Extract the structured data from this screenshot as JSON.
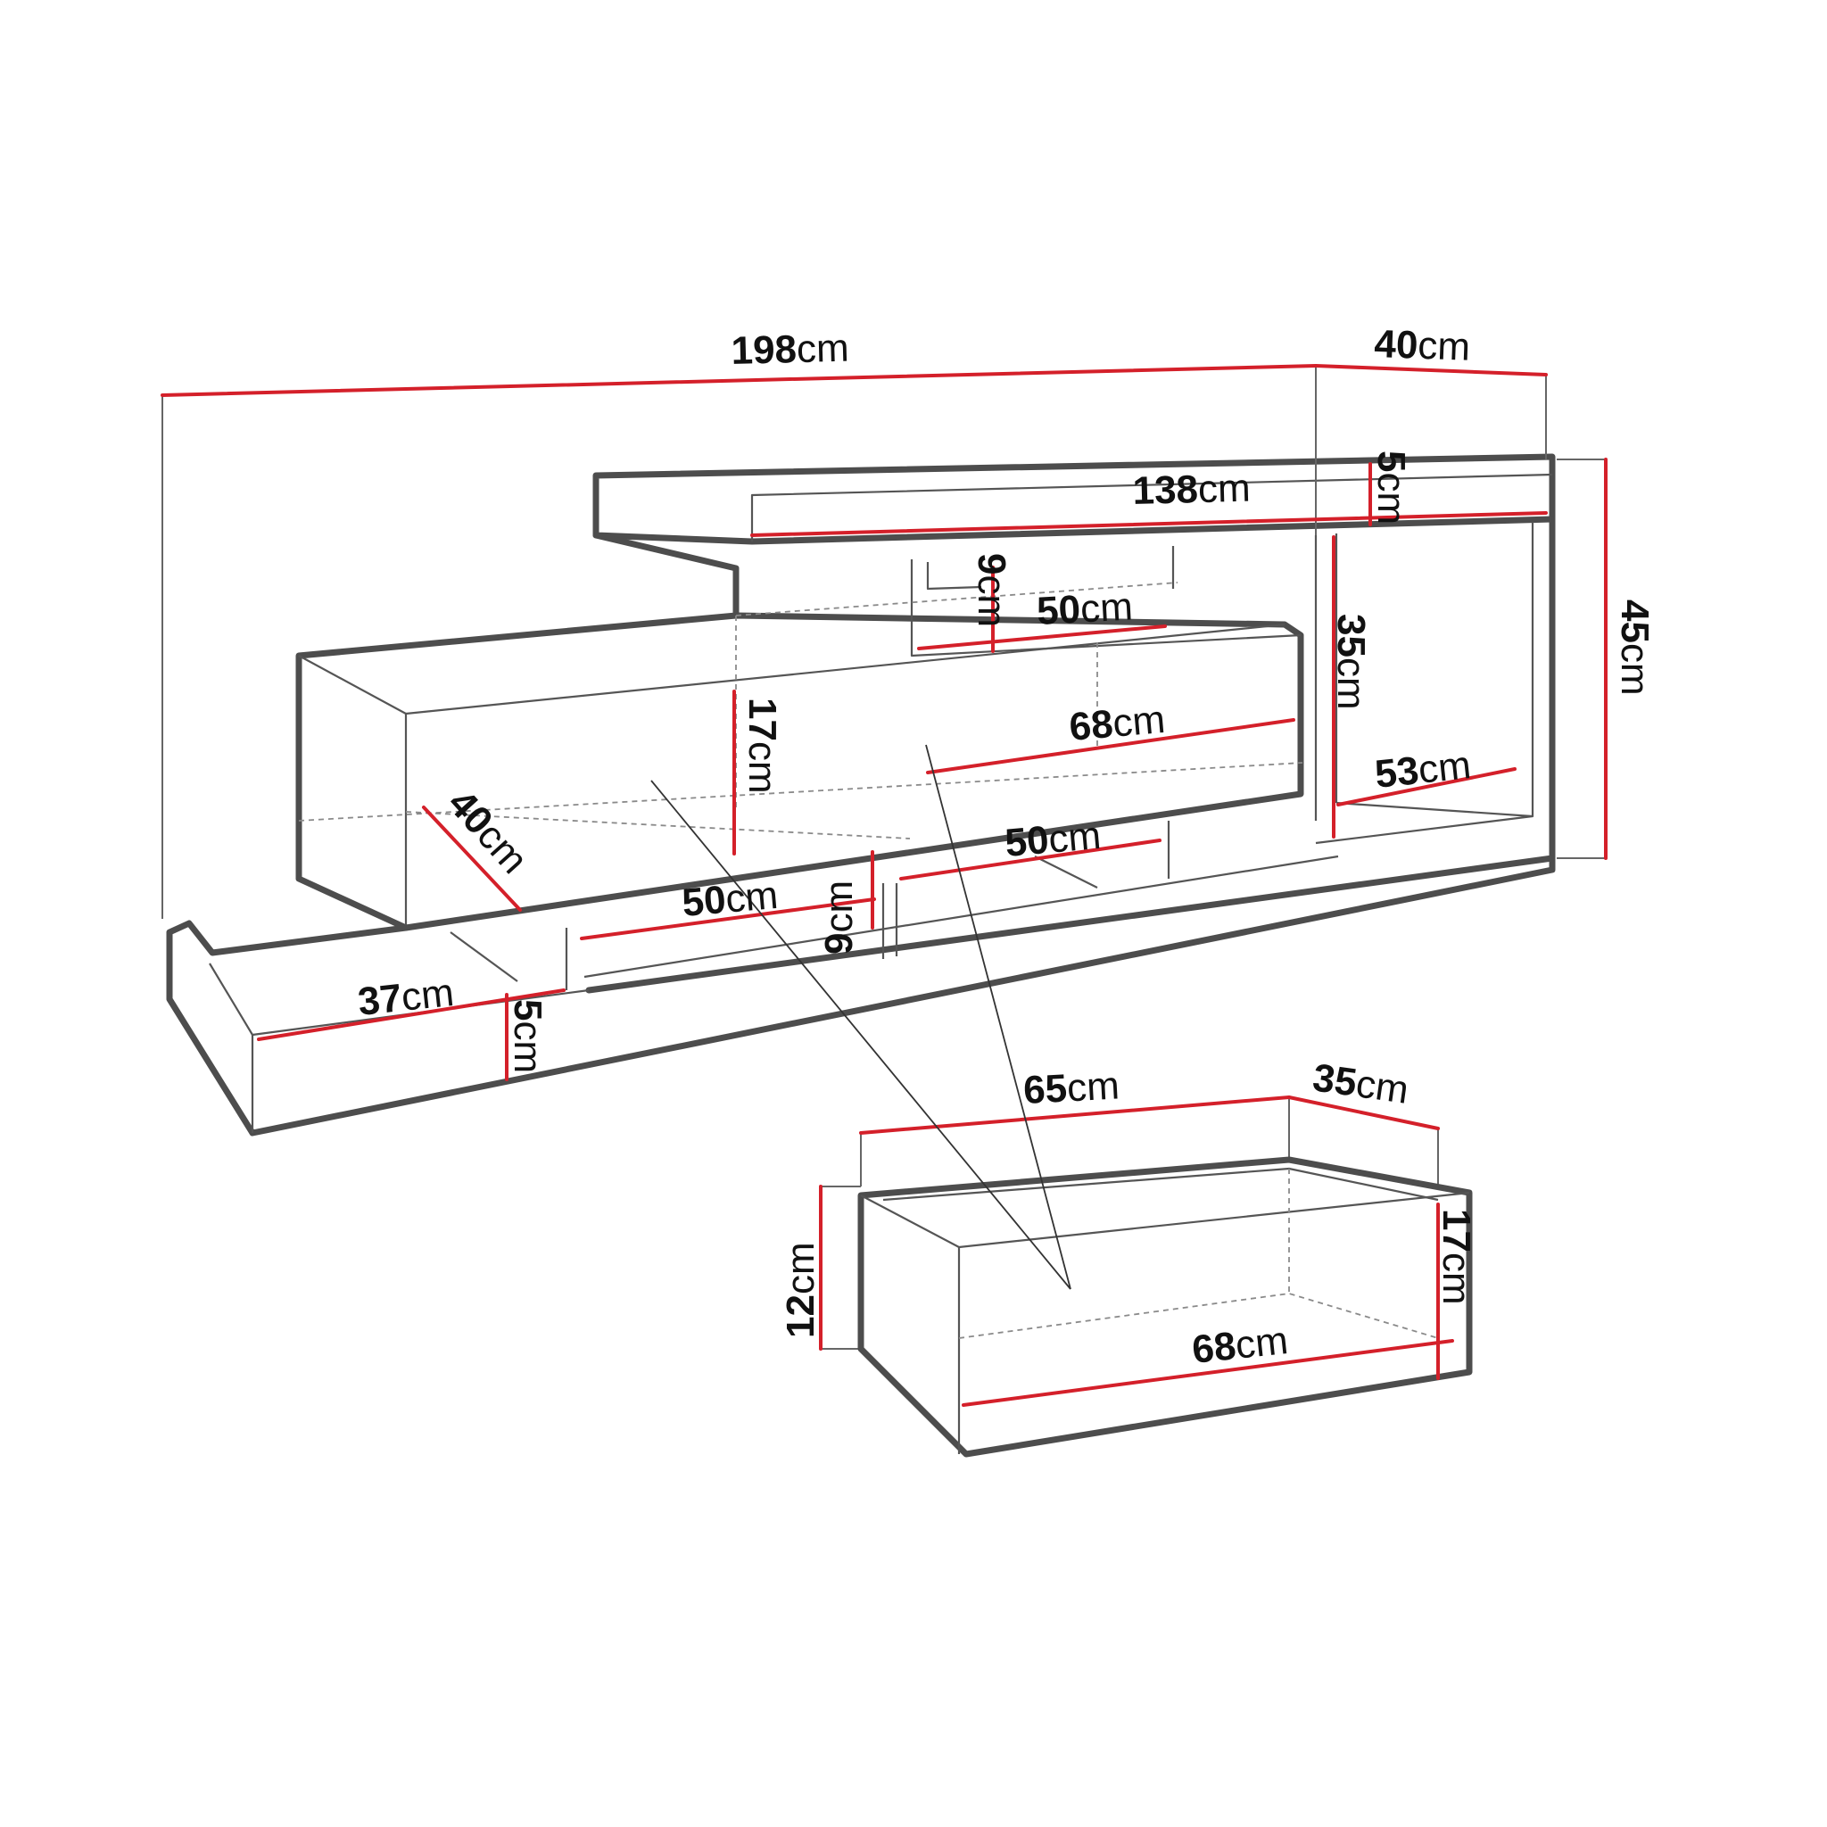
{
  "colors": {
    "dimension_line": "#d4202a",
    "outline": "#4d4d4d",
    "text": "#111111"
  },
  "dimensions": {
    "total_width": {
      "value": "198",
      "unit": "cm"
    },
    "total_depth": {
      "value": "40",
      "unit": "cm"
    },
    "total_height": {
      "value": "45",
      "unit": "cm"
    },
    "top_shelf_width": {
      "value": "138",
      "unit": "cm"
    },
    "top_shelf_thickness": {
      "value": "5",
      "unit": "cm"
    },
    "upper_niche_width": {
      "value": "50",
      "unit": "cm"
    },
    "upper_niche_height": {
      "value": "9",
      "unit": "cm"
    },
    "right_opening_height": {
      "value": "35",
      "unit": "cm"
    },
    "right_opening_width": {
      "value": "53",
      "unit": "cm"
    },
    "drawer_front_width": {
      "value": "68",
      "unit": "cm"
    },
    "drawer_front_height": {
      "value": "17",
      "unit": "cm"
    },
    "side_depth": {
      "value": "40",
      "unit": "cm"
    },
    "lower_niche_center_width": {
      "value": "50",
      "unit": "cm"
    },
    "lower_niche_left_width": {
      "value": "50",
      "unit": "cm"
    },
    "lower_niche_height": {
      "value": "9",
      "unit": "cm"
    },
    "base_depth": {
      "value": "37",
      "unit": "cm"
    },
    "base_height": {
      "value": "5",
      "unit": "cm"
    },
    "drawer_box_width": {
      "value": "65",
      "unit": "cm"
    },
    "drawer_box_depth": {
      "value": "35",
      "unit": "cm"
    },
    "drawer_box_height": {
      "value": "12",
      "unit": "cm"
    },
    "drawer_detail_front_width": {
      "value": "68",
      "unit": "cm"
    },
    "drawer_detail_front_height": {
      "value": "17",
      "unit": "cm"
    }
  }
}
